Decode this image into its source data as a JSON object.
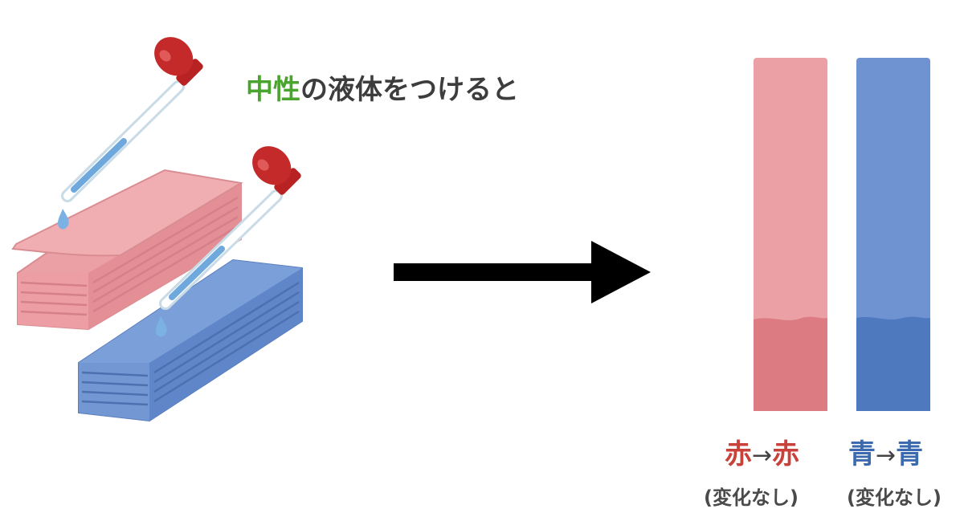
{
  "caption": {
    "highlight": "中性",
    "rest": "の液体をつけると"
  },
  "results": [
    {
      "from": "赤",
      "arrow": "→",
      "to": "赤",
      "note": "(変化なし)"
    },
    {
      "from": "青",
      "arrow": "→",
      "to": "青",
      "note": "(変化なし)"
    }
  ],
  "colors": {
    "red_paper": "#eba0a5",
    "red_paper_wet": "#dc7b82",
    "blue_paper": "#6f93d1",
    "blue_paper_wet": "#4e79bf",
    "red_text": "#c8413a",
    "blue_text": "#3b6aae",
    "highlight_green": "#4aa52e",
    "dropper_bulb": "#b82222",
    "arrow": "#000000"
  },
  "icons": {
    "arrow": "right-arrow-icon",
    "dropper": "dropper-icon"
  }
}
